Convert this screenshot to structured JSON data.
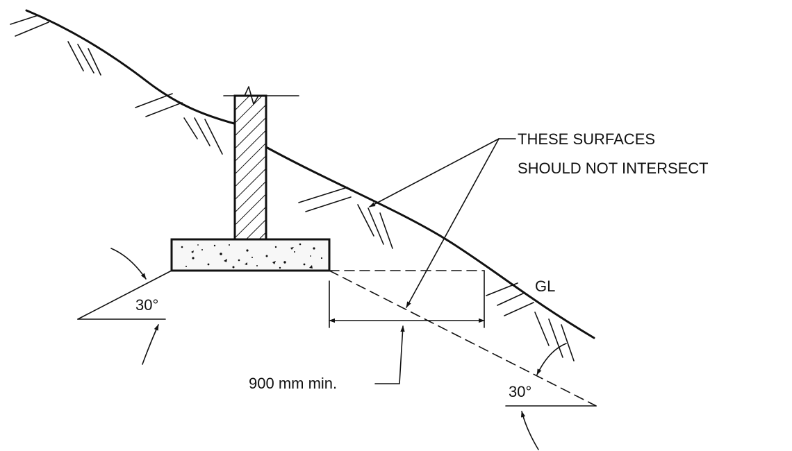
{
  "labels": {
    "note_line1": "THESE SURFACES",
    "note_line2": "SHOULD NOT INTERSECT",
    "ground_level": "GL",
    "angle_left": "30°",
    "angle_right": "30°",
    "dimension": "900 mm min."
  },
  "colors": {
    "ink": "#111111",
    "background": "#ffffff"
  }
}
